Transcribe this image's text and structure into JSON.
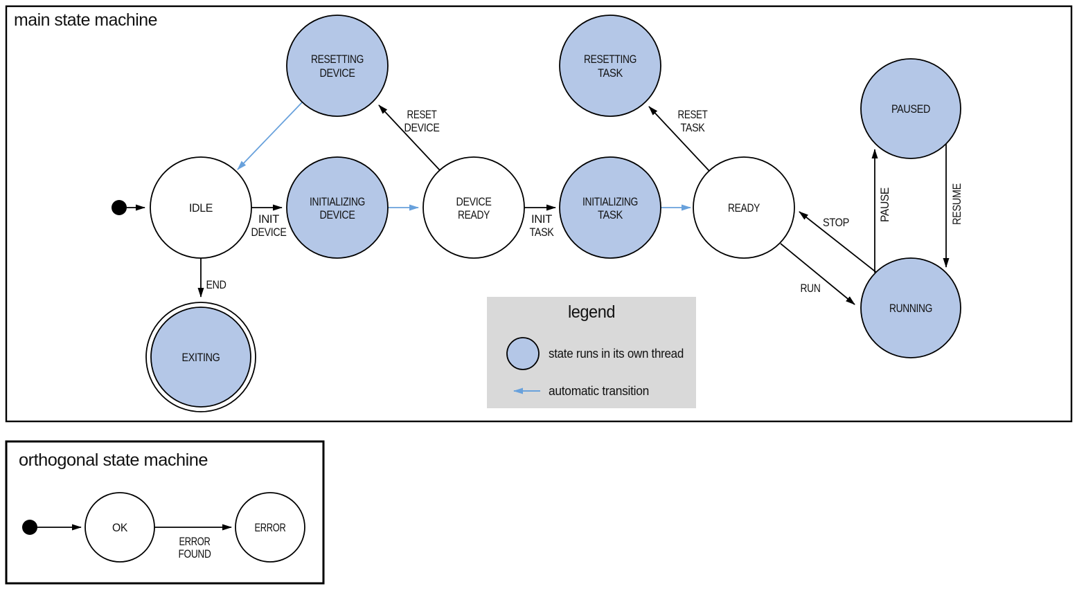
{
  "colors": {
    "thread_fill": "#b4c7e7",
    "auto_arrow": "#68a1dc",
    "legend_bg": "#d9d9d9",
    "stroke": "#000000"
  },
  "main": {
    "title": "main state machine",
    "states": {
      "idle": {
        "label": [
          "IDLE"
        ],
        "threaded": false
      },
      "resetting_device": {
        "label": [
          "RESETTING",
          "DEVICE"
        ],
        "threaded": true
      },
      "initializing_device": {
        "label": [
          "INITIALIZING",
          "DEVICE"
        ],
        "threaded": true
      },
      "device_ready": {
        "label": [
          "DEVICE",
          "READY"
        ],
        "threaded": false
      },
      "resetting_task": {
        "label": [
          "RESETTING",
          "TASK"
        ],
        "threaded": true
      },
      "initializing_task": {
        "label": [
          "INITIALIZING",
          "TASK"
        ],
        "threaded": true
      },
      "ready": {
        "label": [
          "READY"
        ],
        "threaded": false
      },
      "paused": {
        "label": [
          "PAUSED"
        ],
        "threaded": true
      },
      "running": {
        "label": [
          "RUNNING"
        ],
        "threaded": true
      },
      "exiting": {
        "label": [
          "EXITING"
        ],
        "threaded": true,
        "final_state": true
      }
    },
    "transitions": {
      "start": {
        "from": "initial",
        "to": "idle",
        "label": []
      },
      "init_device": {
        "from": "idle",
        "to": "initializing_device",
        "label": [
          "INIT",
          "DEVICE"
        ]
      },
      "auto_device_ready": {
        "from": "initializing_device",
        "to": "device_ready",
        "label": [],
        "automatic": true
      },
      "reset_device": {
        "from": "device_ready",
        "to": "resetting_device",
        "label": [
          "RESET",
          "DEVICE"
        ]
      },
      "auto_idle": {
        "from": "resetting_device",
        "to": "idle",
        "label": [],
        "automatic": true
      },
      "end": {
        "from": "idle",
        "to": "exiting",
        "label": [
          "END"
        ]
      },
      "init_task": {
        "from": "device_ready",
        "to": "initializing_task",
        "label": [
          "INIT",
          "TASK"
        ]
      },
      "auto_ready": {
        "from": "initializing_task",
        "to": "ready",
        "label": [],
        "automatic": true
      },
      "reset_task": {
        "from": "ready",
        "to": "resetting_task",
        "label": [
          "RESET",
          "TASK"
        ]
      },
      "run": {
        "from": "ready",
        "to": "running",
        "label": [
          "RUN"
        ]
      },
      "stop": {
        "from": "running",
        "to": "ready",
        "label": [
          "STOP"
        ]
      },
      "pause": {
        "from": "running",
        "to": "paused",
        "label": [
          "PAUSE"
        ]
      },
      "resume": {
        "from": "paused",
        "to": "running",
        "label": [
          "RESUME"
        ]
      }
    }
  },
  "legend": {
    "title": "legend",
    "thread_label": "state runs in its own thread",
    "auto_label": "automatic transition"
  },
  "ortho": {
    "title": "orthogonal state machine",
    "states": {
      "ok": {
        "label": [
          "OK"
        ]
      },
      "error": {
        "label": [
          "ERROR"
        ]
      }
    },
    "transitions": {
      "start": {
        "from": "initial",
        "to": "ok",
        "label": []
      },
      "error_found": {
        "from": "ok",
        "to": "error",
        "label": [
          "ERROR",
          "FOUND"
        ]
      }
    }
  }
}
